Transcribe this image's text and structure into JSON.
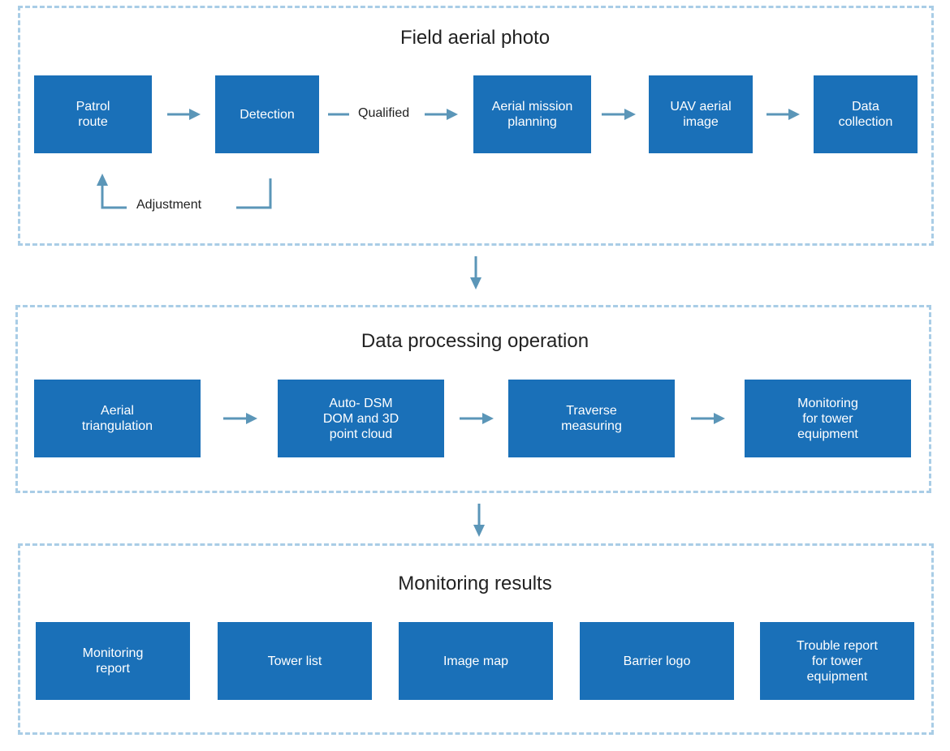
{
  "theme": {
    "node_fill": "#1a70b8",
    "arrow": "#5b96b8",
    "panel_border": "#a9cde6"
  },
  "sections": [
    {
      "title": "Field aerial photo",
      "nodes": [
        "Patrol\nroute",
        "Detection",
        "Aerial mission\nplanning",
        "UAV aerial\nimage",
        "Data\ncollection"
      ],
      "edge_labels": {
        "qualified": "Qualified",
        "adjustment": "Adjustment"
      }
    },
    {
      "title": "Data processing operation",
      "nodes": [
        "Aerial\ntriangulation",
        "Auto- DSM\nDOM and 3D\npoint cloud",
        "Traverse\nmeasuring",
        "Monitoring\nfor tower\nequipment"
      ]
    },
    {
      "title": "Monitoring results",
      "nodes": [
        "Monitoring\nreport",
        "Tower list",
        "Image map",
        "Barrier logo",
        "Trouble report\nfor tower\nequipment"
      ]
    }
  ]
}
